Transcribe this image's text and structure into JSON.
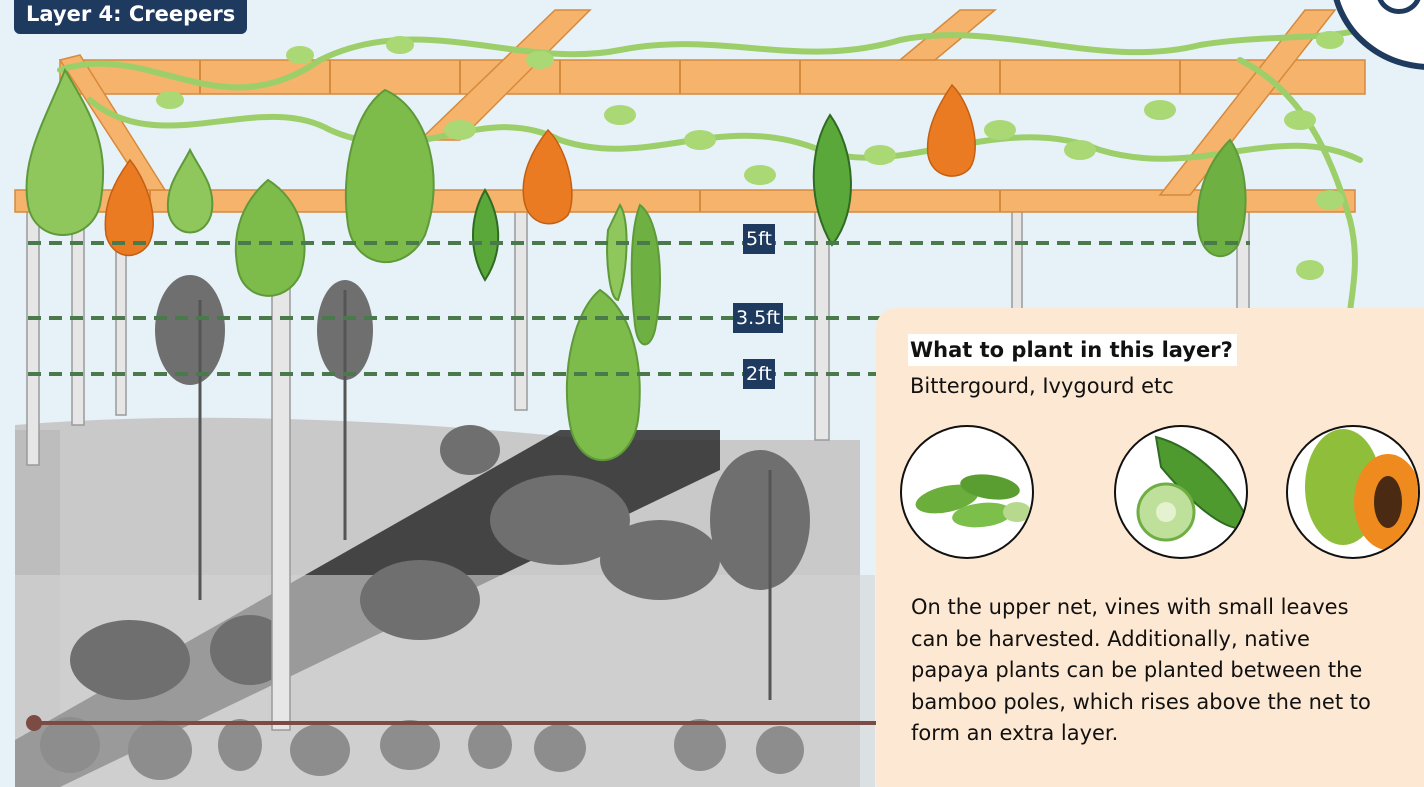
{
  "layer_title": "Layer 4: Creepers",
  "height_markers": [
    {
      "label": "5ft"
    },
    {
      "label": "3.5ft"
    },
    {
      "label": "2ft"
    }
  ],
  "info": {
    "heading": "What to plant in this layer?",
    "examples": "Bittergourd, Ivygourd etc",
    "description": "On the upper net, vines with small leaves can be harvested. Additionally, native papaya plants can be planted between the bamboo poles, which rises above the net to form an extra layer."
  },
  "photos": [
    {
      "icon": "ivygourd-photo"
    },
    {
      "icon": "bittergourd-photo"
    },
    {
      "icon": "papaya-photo"
    }
  ],
  "colors": {
    "navy": "#1f3a5f",
    "panel": "#fde9d3",
    "bamboo": "#f5b36b",
    "vine": "#9ccf6a",
    "papaya": "#ea7b22",
    "dash": "#4a7a4c"
  }
}
